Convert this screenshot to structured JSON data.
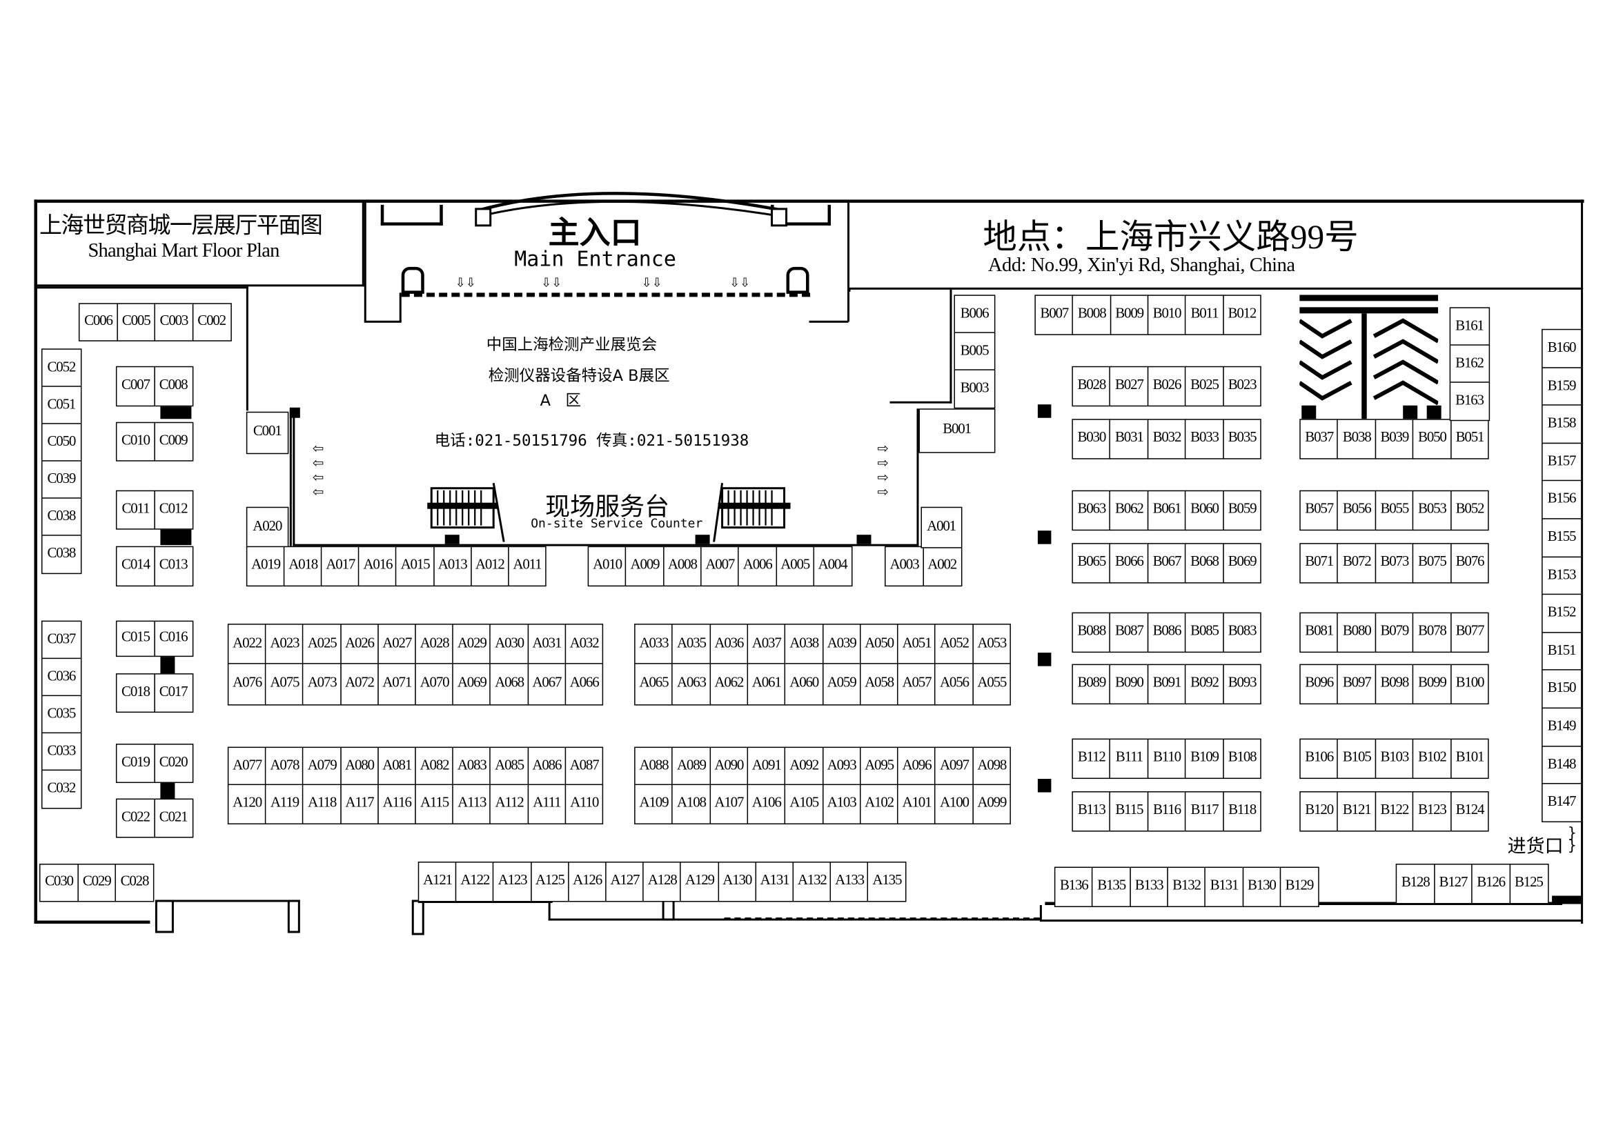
{
  "title_block": {
    "cn": "上海世贸商城一层展厅平面图",
    "en": "Shanghai Mart Floor Plan"
  },
  "entrance": {
    "cn": "主入口",
    "en": "Main Entrance"
  },
  "address": {
    "cn": "地点：上海市兴义路99号",
    "en": "Add:  No.99,  Xin'yi Rd, Shanghai, China"
  },
  "hall": {
    "line1": "中国上海检测产业展览会",
    "line2": "检测仪器设备特设A B展区",
    "line3": "A   区",
    "contact": "电话:021-50151796 传真:021-50151938",
    "service_cn": "现场服务台",
    "service_en": "On-site Service Counter"
  },
  "loading_dock": "进货口",
  "booths": {
    "c_top": [
      "C006",
      "C005",
      "C003",
      "C002"
    ],
    "c_left1": [
      "C052",
      "C051",
      "C050",
      "C039",
      "C038",
      "C038"
    ],
    "c_0708": [
      "C007",
      "C008"
    ],
    "c_1009": [
      "C010",
      "C009"
    ],
    "c_1112": [
      "C011",
      "C012"
    ],
    "c_1413": [
      "C014",
      "C013"
    ],
    "c_001": [
      "C001"
    ],
    "a_020": [
      "A020"
    ],
    "a_row1": [
      "A019",
      "A018",
      "A017",
      "A016",
      "A015",
      "A013",
      "A012",
      "A011"
    ],
    "a_row2": [
      "A010",
      "A009",
      "A008",
      "A007",
      "A006",
      "A005",
      "A004"
    ],
    "a_0302": [
      "A003",
      "A002"
    ],
    "a_001": [
      "A001"
    ],
    "b_col1": [
      "B006",
      "B005",
      "B003"
    ],
    "b_001": [
      "B001"
    ],
    "b_top": [
      "B007",
      "B008",
      "B009",
      "B010",
      "B011",
      "B012"
    ],
    "b_028": [
      "B028",
      "B027",
      "B026",
      "B025",
      "B023"
    ],
    "b_030": [
      "B030",
      "B031",
      "B032",
      "B033",
      "B035"
    ],
    "b_037": [
      "B037",
      "B038",
      "B039",
      "B050",
      "B051"
    ],
    "b_161": [
      "B161",
      "B162",
      "B163"
    ],
    "b_063": [
      "B063",
      "B062",
      "B061",
      "B060",
      "B059"
    ],
    "b_065": [
      "B065",
      "B066",
      "B067",
      "B068",
      "B069"
    ],
    "b_057": [
      "B057",
      "B056",
      "B055",
      "B053",
      "B052"
    ],
    "b_071": [
      "B071",
      "B072",
      "B073",
      "B075",
      "B076"
    ],
    "b_088": [
      "B088",
      "B087",
      "B086",
      "B085",
      "B083"
    ],
    "b_089": [
      "B089",
      "B090",
      "B091",
      "B092",
      "B093"
    ],
    "b_081": [
      "B081",
      "B080",
      "B079",
      "B078",
      "B077"
    ],
    "b_096": [
      "B096",
      "B097",
      "B098",
      "B099",
      "B100"
    ],
    "b_112": [
      "B112",
      "B111",
      "B110",
      "B109",
      "B108"
    ],
    "b_113": [
      "B113",
      "B115",
      "B116",
      "B117",
      "B118"
    ],
    "b_106": [
      "B106",
      "B105",
      "B103",
      "B102",
      "B101"
    ],
    "b_120": [
      "B120",
      "B121",
      "B122",
      "B123",
      "B124"
    ],
    "b_right": [
      "B160",
      "B159",
      "B158",
      "B157",
      "B156",
      "B155",
      "B153",
      "B152",
      "B151",
      "B150",
      "B149",
      "B148",
      "B147"
    ],
    "c_left2": [
      "C037",
      "C036",
      "C035",
      "C033",
      "C032"
    ],
    "c_1516": [
      "C015",
      "C016"
    ],
    "c_1817": [
      "C018",
      "C017"
    ],
    "c_1920": [
      "C019",
      "C020"
    ],
    "c_2221": [
      "C022",
      "C021"
    ],
    "a_022": [
      "A022",
      "A023",
      "A025",
      "A026",
      "A027",
      "A028",
      "A029",
      "A030",
      "A031",
      "A032"
    ],
    "a_076": [
      "A076",
      "A075",
      "A073",
      "A072",
      "A071",
      "A070",
      "A069",
      "A068",
      "A067",
      "A066"
    ],
    "a_033": [
      "A033",
      "A035",
      "A036",
      "A037",
      "A038",
      "A039",
      "A050",
      "A051",
      "A052",
      "A053"
    ],
    "a_065": [
      "A065",
      "A063",
      "A062",
      "A061",
      "A060",
      "A059",
      "A058",
      "A057",
      "A056",
      "A055"
    ],
    "a_077": [
      "A077",
      "A078",
      "A079",
      "A080",
      "A081",
      "A082",
      "A083",
      "A085",
      "A086",
      "A087"
    ],
    "a_120": [
      "A120",
      "A119",
      "A118",
      "A117",
      "A116",
      "A115",
      "A113",
      "A112",
      "A111",
      "A110"
    ],
    "a_088": [
      "A088",
      "A089",
      "A090",
      "A091",
      "A092",
      "A093",
      "A095",
      "A096",
      "A097",
      "A098"
    ],
    "a_109": [
      "A109",
      "A108",
      "A107",
      "A106",
      "A105",
      "A103",
      "A102",
      "A101",
      "A100",
      "A099"
    ],
    "c_bottom": [
      "C030",
      "C029",
      "C028"
    ],
    "a_bottom": [
      "A121",
      "A122",
      "A123",
      "A125",
      "A126",
      "A127",
      "A128",
      "A129",
      "A130",
      "A131",
      "A132",
      "A133",
      "A135"
    ],
    "b_bottom1": [
      "B136",
      "B135",
      "B133",
      "B132",
      "B131",
      "B130",
      "B129"
    ],
    "b_bottom2": [
      "B128",
      "B127",
      "B126",
      "B125"
    ]
  }
}
